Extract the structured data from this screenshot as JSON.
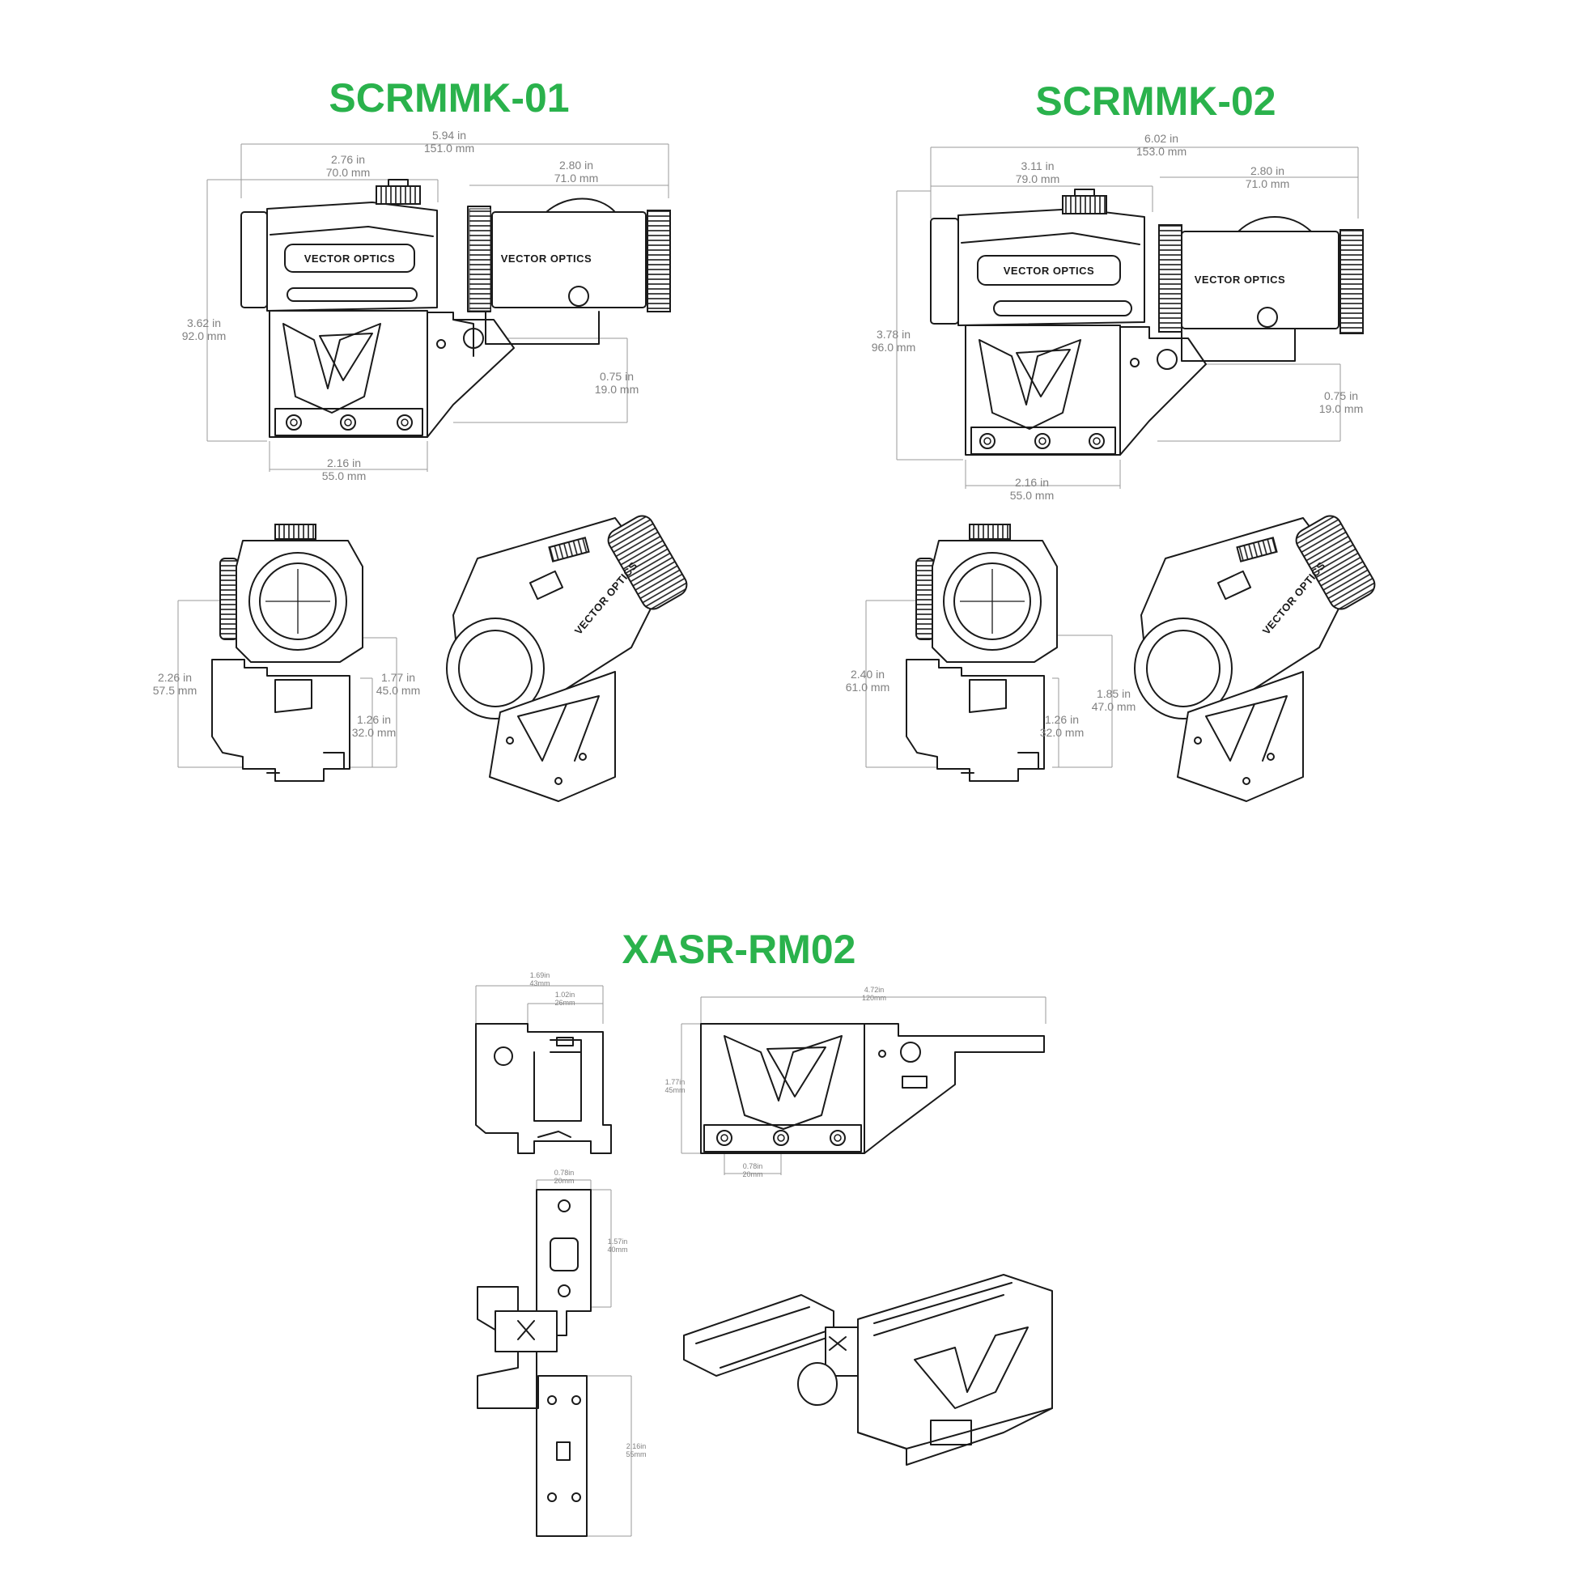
{
  "accent_color": "#2ab24c",
  "sections": [
    {
      "title": "SCRMMK-01",
      "dims": {
        "overall": [
          "5.94 in",
          "151.0 mm"
        ],
        "sight_length": [
          "2.76 in",
          "70.0 mm"
        ],
        "magnifier_length": [
          "2.80 in",
          "71.0 mm"
        ],
        "height": [
          "3.62 in",
          "92.0 mm"
        ],
        "rail_offset": [
          "0.75 in",
          "19.0 mm"
        ],
        "base_length": [
          "2.16 in",
          "55.0 mm"
        ],
        "optical_height": [
          "2.26 in",
          "57.5 mm"
        ],
        "mount_height": [
          "1.77 in",
          "45.0 mm"
        ],
        "riser_height": [
          "1.26 in",
          "32.0 mm"
        ]
      }
    },
    {
      "title": "SCRMMK-02",
      "dims": {
        "overall": [
          "6.02 in",
          "153.0 mm"
        ],
        "sight_length": [
          "3.11 in",
          "79.0 mm"
        ],
        "magnifier_length": [
          "2.80 in",
          "71.0 mm"
        ],
        "height": [
          "3.78 in",
          "96.0 mm"
        ],
        "rail_offset": [
          "0.75 in",
          "19.0 mm"
        ],
        "base_length": [
          "2.16 in",
          "55.0 mm"
        ],
        "optical_height": [
          "2.40 in",
          "61.0 mm"
        ],
        "mount_height": [
          "1.85 in",
          "47.0 mm"
        ],
        "riser_height": [
          "1.26 in",
          "32.0 mm"
        ]
      }
    }
  ],
  "mount": {
    "title": "XASR-RM02",
    "dims": {
      "total_width": [
        "1.69in",
        "43mm"
      ],
      "inner_width": [
        "1.02in",
        "26mm"
      ],
      "length": [
        "4.72in",
        "120mm"
      ],
      "height": [
        "1.77in",
        "45mm"
      ],
      "screw_spacing": [
        "0.78in",
        "20mm"
      ],
      "top_width": [
        "0.78in",
        "20mm"
      ],
      "slot_length": [
        "1.57in",
        "40mm"
      ],
      "base_length": [
        "2.16in",
        "55mm"
      ]
    }
  }
}
